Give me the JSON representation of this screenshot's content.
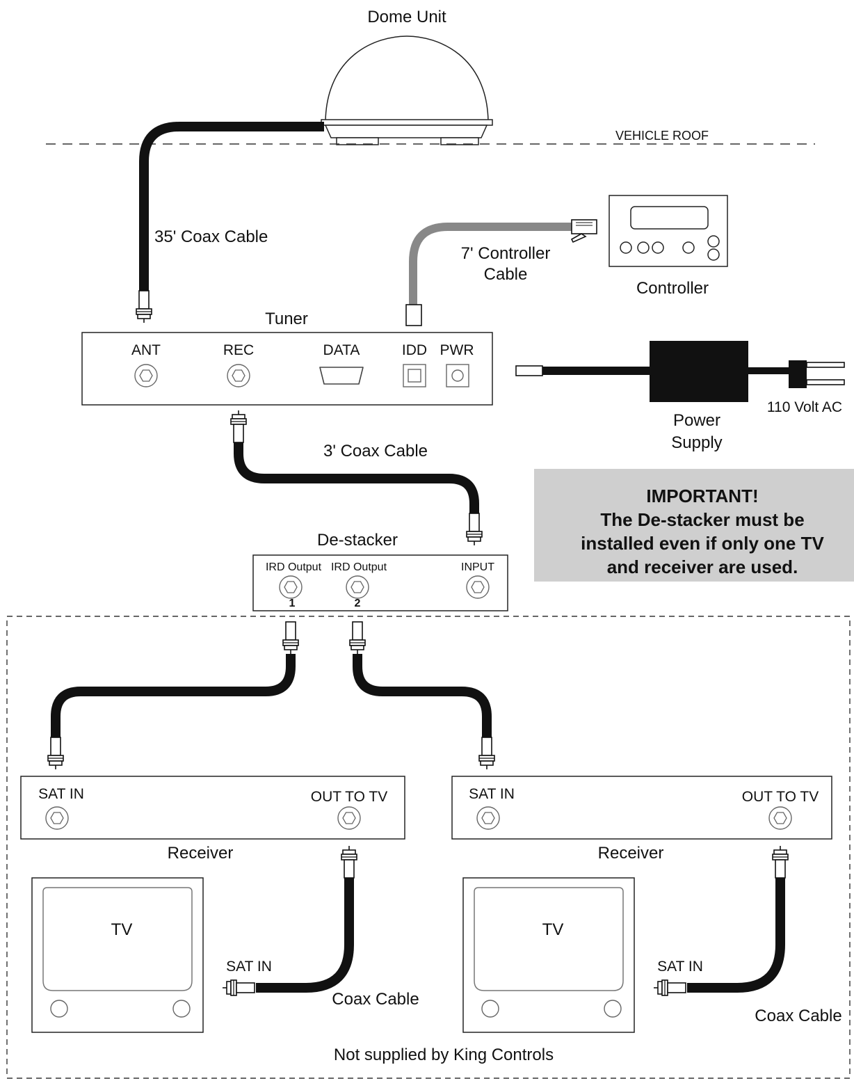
{
  "labels": {
    "dome_unit": "Dome Unit",
    "vehicle_roof": "VEHICLE ROOF",
    "coax_35": "35' Coax Cable",
    "controller_cable_line1": "7' Controller",
    "controller_cable_line2": "Cable",
    "controller": "Controller",
    "tuner": "Tuner",
    "power_supply_line1": "Power",
    "power_supply_line2": "Supply",
    "volt_ac": "110 Volt AC",
    "coax_3": "3' Coax Cable",
    "destacker": "De-stacker",
    "not_supplied": "Not supplied by King Controls",
    "coax_cable_left": "Coax Cable",
    "coax_cable_right": "Coax Cable"
  },
  "tuner_ports": {
    "ant": "ANT",
    "rec": "REC",
    "data": "DATA",
    "idd": "IDD",
    "pwr": "PWR"
  },
  "destacker_ports": {
    "ird1_label": "IRD Output",
    "ird1_num": "1",
    "ird2_label": "IRD Output",
    "ird2_num": "2",
    "input": "INPUT"
  },
  "receivers": [
    {
      "title": "Receiver",
      "sat_in": "SAT IN",
      "out_to_tv": "OUT TO TV"
    },
    {
      "title": "Receiver",
      "sat_in": "SAT IN",
      "out_to_tv": "OUT TO TV"
    }
  ],
  "tvs": [
    {
      "title": "TV",
      "sat_in": "SAT IN"
    },
    {
      "title": "TV",
      "sat_in": "SAT IN"
    }
  ],
  "important": {
    "title": "IMPORTANT!",
    "line1": "The De-stacker must be",
    "line2": "installed even if only one TV",
    "line3": "and receiver are used.",
    "bg_color": "#cfcfcf"
  }
}
